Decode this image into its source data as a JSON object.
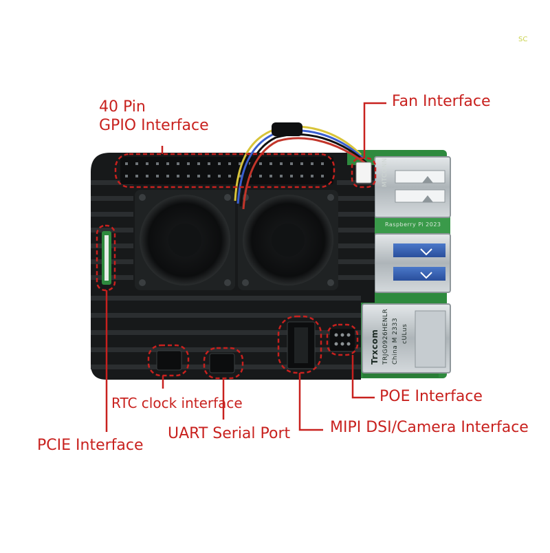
{
  "watermark": "SC",
  "product": {
    "usb_brand": "MTCONN",
    "board_marking": "Raspberry Pi 2023",
    "jack_brand": "Trxcom",
    "jack_part": "TRJG0926HENLR",
    "jack_origin": "China M 2333",
    "jack_cert": "cULus"
  },
  "callouts": {
    "gpio_line1": "40 Pin",
    "gpio_line2": "GPIO Interface",
    "fan": "Fan Interface",
    "poe": "POE Interface",
    "rtc": "RTC clock interface",
    "uart": "UART Serial Port",
    "mipi": "MIPI DSI/Camera Interface",
    "pcie": "PCIE Interface"
  },
  "colors": {
    "callout": "#c8211e",
    "case": "#17191a",
    "board": "#2e8a3e",
    "metal": "#b9bfc2"
  }
}
